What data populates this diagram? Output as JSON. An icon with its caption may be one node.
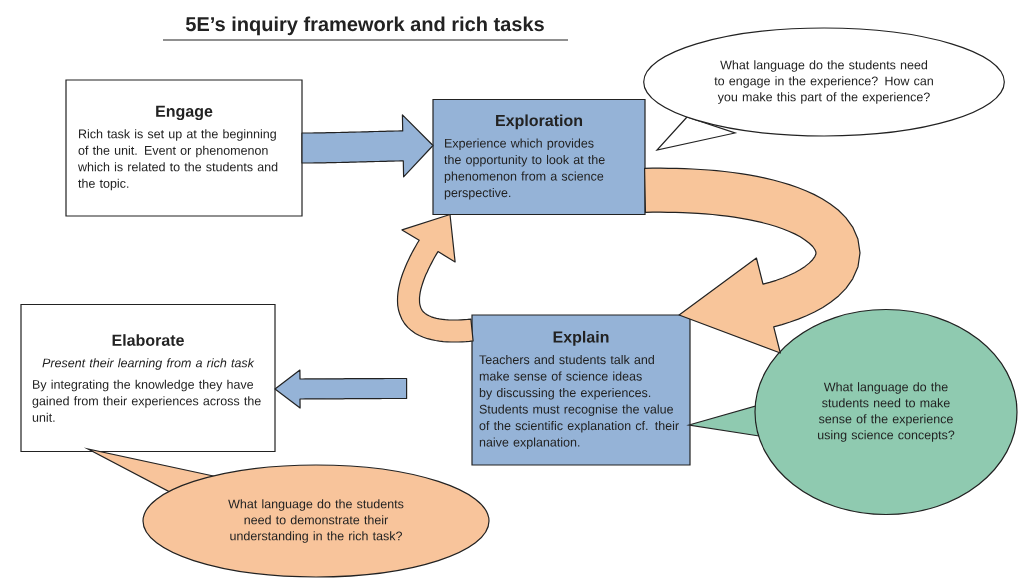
{
  "diagram": {
    "title": "5E’s inquiry framework and rich tasks",
    "nodes": [
      {
        "text": [
          "Engage",
          "Rich task is set up at the beginning of the unit. Event or phenomenon which is related to the students and the topic."
        ]
      },
      {
        "text": [
          "Exploration",
          "Experience which provides the opportunity to look at the phenomenon from a science perspective."
        ]
      },
      {
        "text": [
          "Explain",
          "Teachers and students talk and make sense of science ideas by discussing the experiences. Students must recognise the value of the scientific explanation cf. their naive explanation."
        ]
      },
      {
        "text": [
          "Elaborate",
          "Present their learning from a rich task",
          "By integrating the knowledge they have gained from their experiences across the unit."
        ]
      },
      {
        "text": [
          "What language do the students need to engage in the experience? How can you make this part of the experience?"
        ]
      },
      {
        "text": [
          "What language do the students need to make sense of the experience using science concepts?"
        ]
      },
      {
        "text": [
          "What language do the students need to demonstrate their understanding in the rich task?"
        ]
      }
    ],
    "edges": [
      {
        "from": 0,
        "to": 1,
        "arrow": "to",
        "style": "thick",
        "color": "#95b3d7"
      },
      {
        "from": 1,
        "to": 2,
        "arrow": "to",
        "style": "thick",
        "color": "#f8c59a"
      },
      {
        "from": 2,
        "to": 1,
        "arrow": "to",
        "style": "thick",
        "color": "#f8c59a"
      },
      {
        "from": 2,
        "to": 3,
        "arrow": "to",
        "style": "thick",
        "color": "#95b3d7"
      }
    ]
  }
}
